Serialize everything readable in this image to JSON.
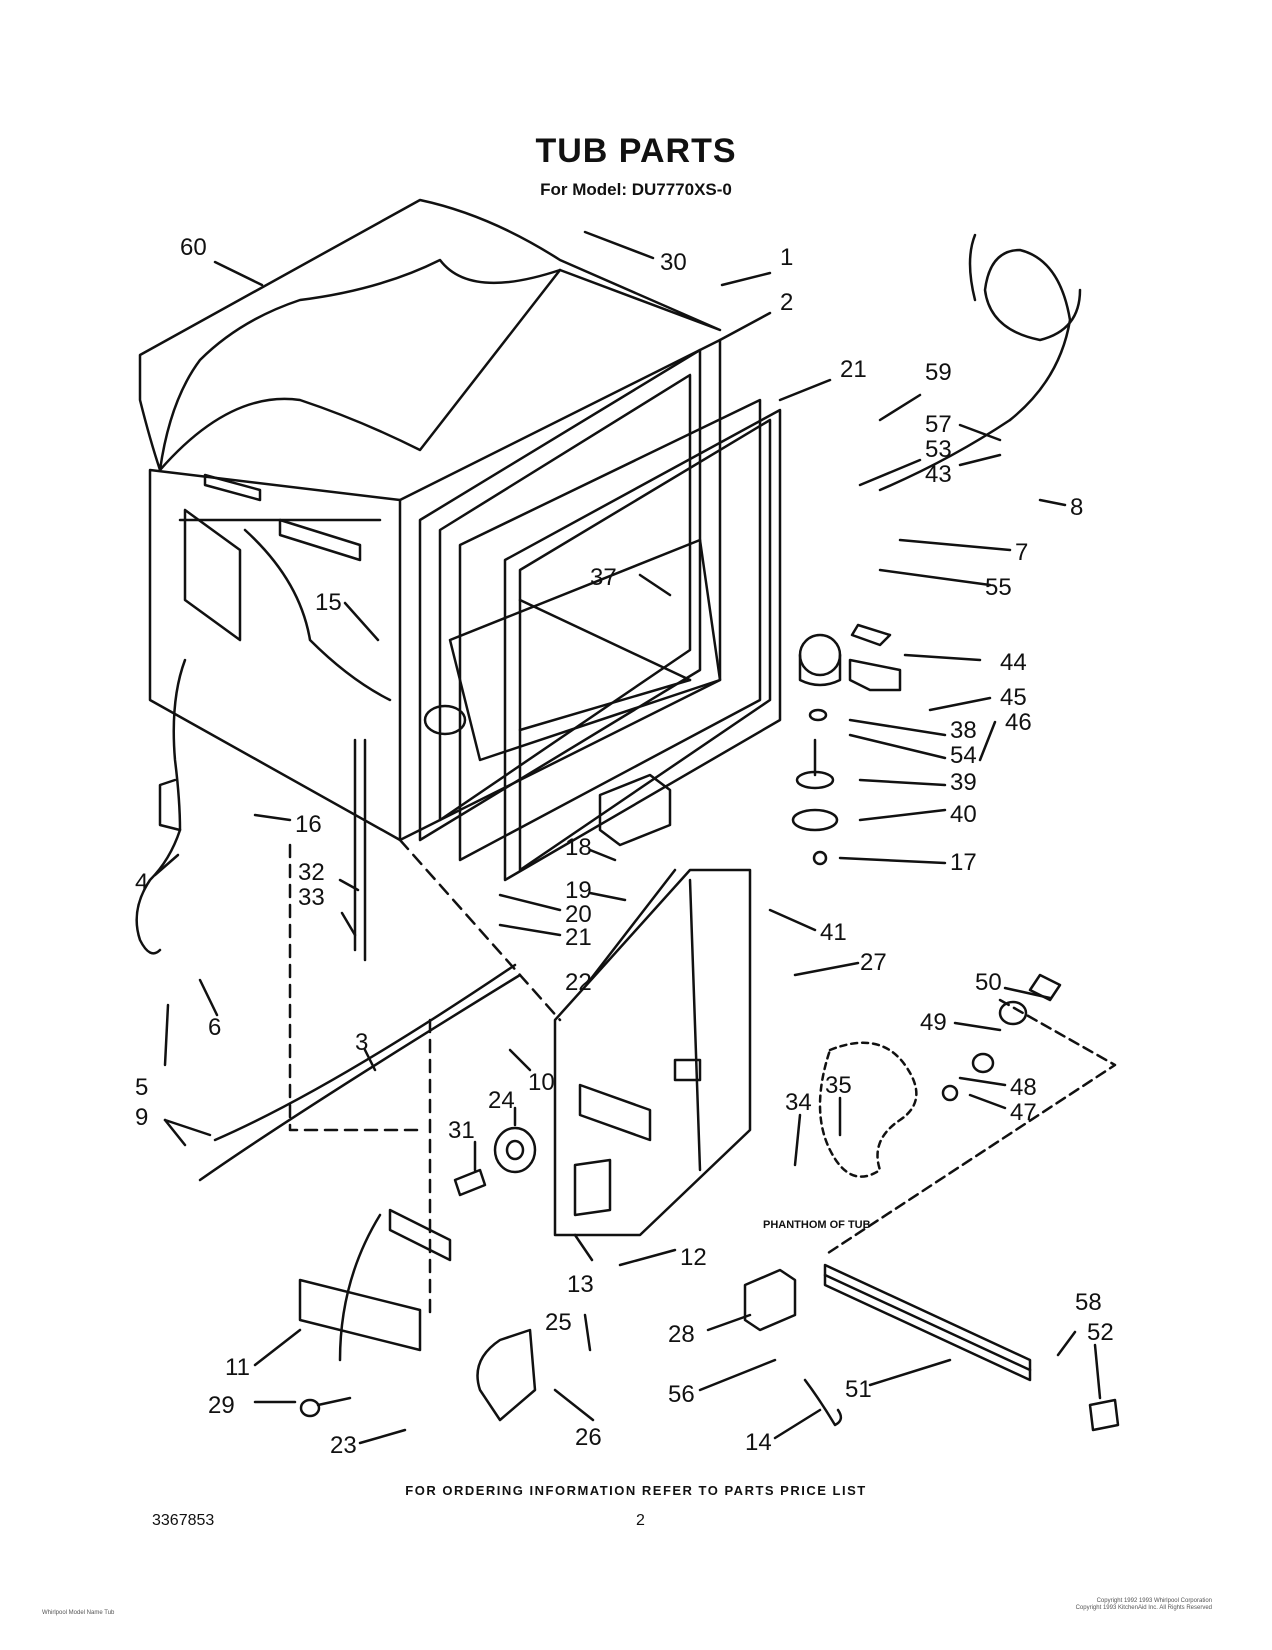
{
  "header": {
    "title": "TUB PARTS",
    "subtitle": "For Model: DU7770XS-0"
  },
  "diagram": {
    "callouts": [
      "60",
      "30",
      "1",
      "2",
      "21",
      "59",
      "57",
      "53",
      "43",
      "8",
      "7",
      "55",
      "37",
      "15",
      "44",
      "45",
      "46",
      "38",
      "54",
      "39",
      "40",
      "17",
      "16",
      "4",
      "18",
      "19",
      "20",
      "21",
      "41",
      "32",
      "33",
      "22",
      "27",
      "6",
      "50",
      "49",
      "3",
      "10",
      "5",
      "48",
      "47",
      "9",
      "35",
      "34",
      "24",
      "31",
      "12",
      "13",
      "28",
      "58",
      "52",
      "25",
      "56",
      "51",
      "29",
      "26",
      "14",
      "23",
      "11"
    ],
    "phantom_note": "PHANTHOM OF TUB"
  },
  "footer": {
    "ordering_note": "FOR ORDERING INFORMATION REFER TO PARTS PRICE LIST",
    "doc_number": "3367853",
    "page_number": "2",
    "copyright_left": "Whirlpool Model Name Tub",
    "copyright_right_1": "Copyright 1992 1993 Whirlpool Corporation",
    "copyright_right_2": "Copyright 1993 KitchenAid Inc. All Rights Reserved"
  }
}
